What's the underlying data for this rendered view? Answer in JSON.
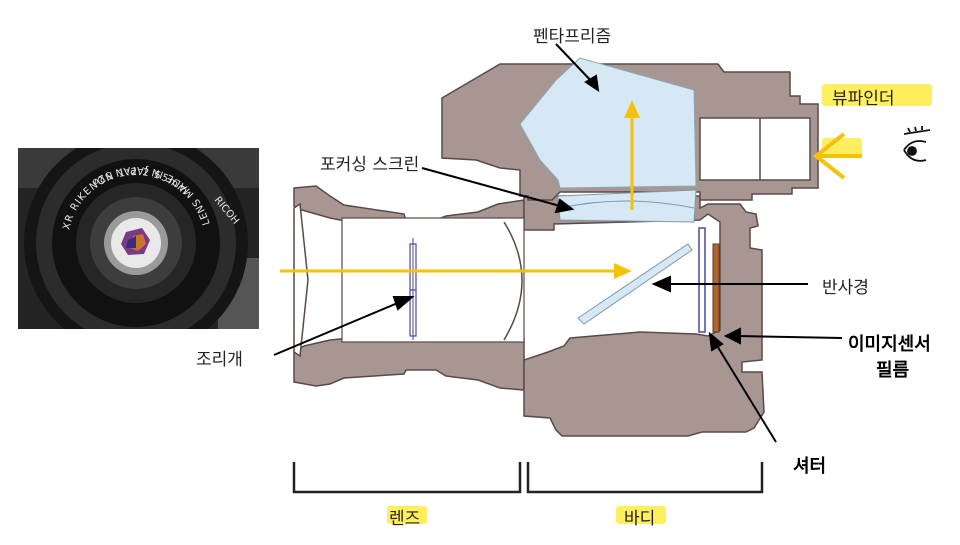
{
  "labels": {
    "pentaprism": "펜타프리즘",
    "viewfinder": "뷰파인더",
    "focusing_screen": "포커싱 스크린",
    "mirror": "반사경",
    "aperture": "조리개",
    "image_sensor": "이미지센서",
    "film": "필름",
    "shutter": "셔터",
    "lens": "렌즈",
    "body": "바디"
  },
  "lens_photo": {
    "ring_text_top": "XR RIKENON 1:2.2 55mm",
    "brand": "RICOH",
    "ring_text_bottom": "LENS MADE IN JAPAN 52⌀"
  },
  "colors": {
    "camera_body": "#a89693",
    "camera_outline": "#5a4a47",
    "optics": "#d6e8f4",
    "light_ray": "#f5c20b",
    "highlight": "#ffe828",
    "sensor": "#4a4aa0",
    "film": "#b4652c"
  }
}
